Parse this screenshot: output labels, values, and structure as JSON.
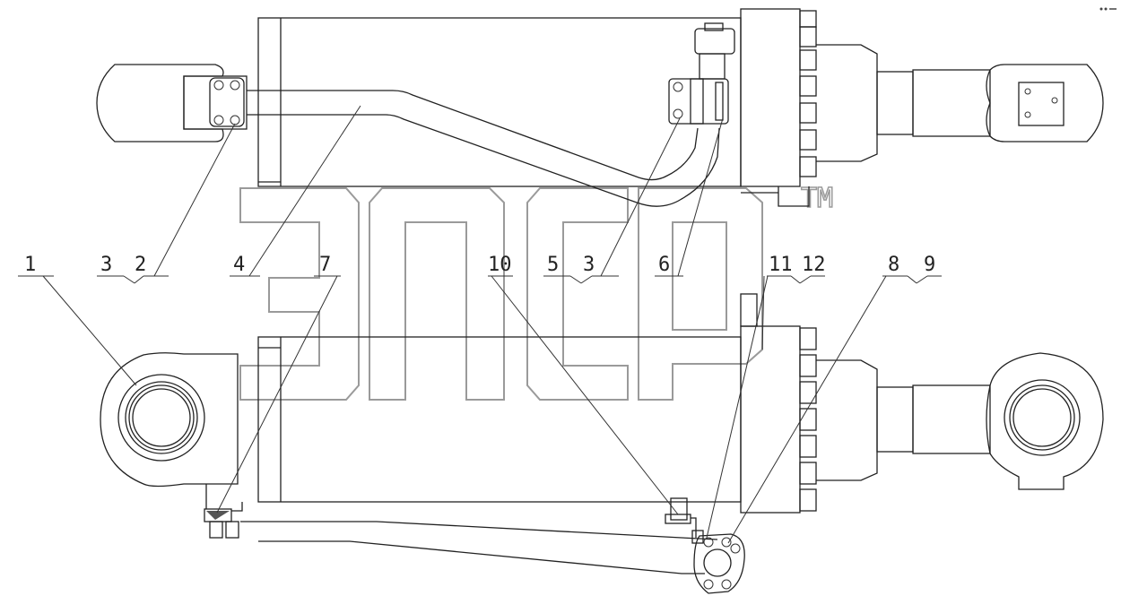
{
  "watermark": {
    "brand": "эпср",
    "tm": "TM"
  },
  "callouts": [
    {
      "id": "c1",
      "text": "1"
    },
    {
      "id": "c3a",
      "text": "3"
    },
    {
      "id": "c2",
      "text": "2"
    },
    {
      "id": "c4",
      "text": "4"
    },
    {
      "id": "c7",
      "text": "7"
    },
    {
      "id": "c10",
      "text": "10"
    },
    {
      "id": "c5",
      "text": "5"
    },
    {
      "id": "c3b",
      "text": "3"
    },
    {
      "id": "c6",
      "text": "6"
    },
    {
      "id": "c11",
      "text": "11"
    },
    {
      "id": "c12",
      "text": "12"
    },
    {
      "id": "c8",
      "text": "8"
    },
    {
      "id": "c9",
      "text": "9"
    }
  ]
}
